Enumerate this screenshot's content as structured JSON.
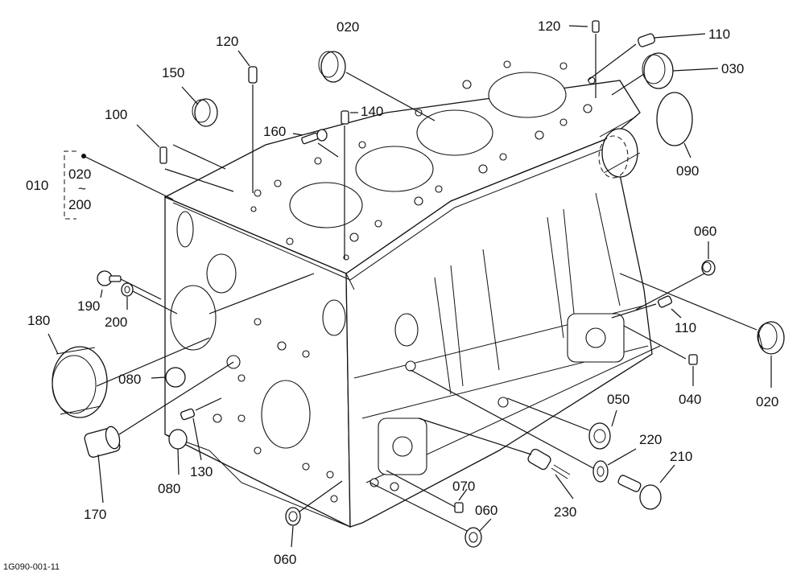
{
  "diagram": {
    "labels": {
      "p010": "010",
      "p020_range_start": "020",
      "p020_range_tilde": "~",
      "p020_range_end": "200",
      "p020_top": "020",
      "p020_right": "020",
      "p030": "030",
      "p040": "040",
      "p050": "050",
      "p060_right": "060",
      "p060_bottom_left": "060",
      "p060_bottom_mid": "060",
      "p070": "070",
      "p080_mid": "080",
      "p080_low": "080",
      "p090": "090",
      "p100": "100",
      "p110_top": "110",
      "p110_mid": "110",
      "p120_left": "120",
      "p120_top": "120",
      "p130": "130",
      "p140": "140",
      "p150": "150",
      "p160": "160",
      "p170": "170",
      "p180": "180",
      "p190": "190",
      "p200": "200",
      "p210": "210",
      "p220": "220",
      "p230": "230"
    },
    "figure_code": "1G090-001-11"
  }
}
